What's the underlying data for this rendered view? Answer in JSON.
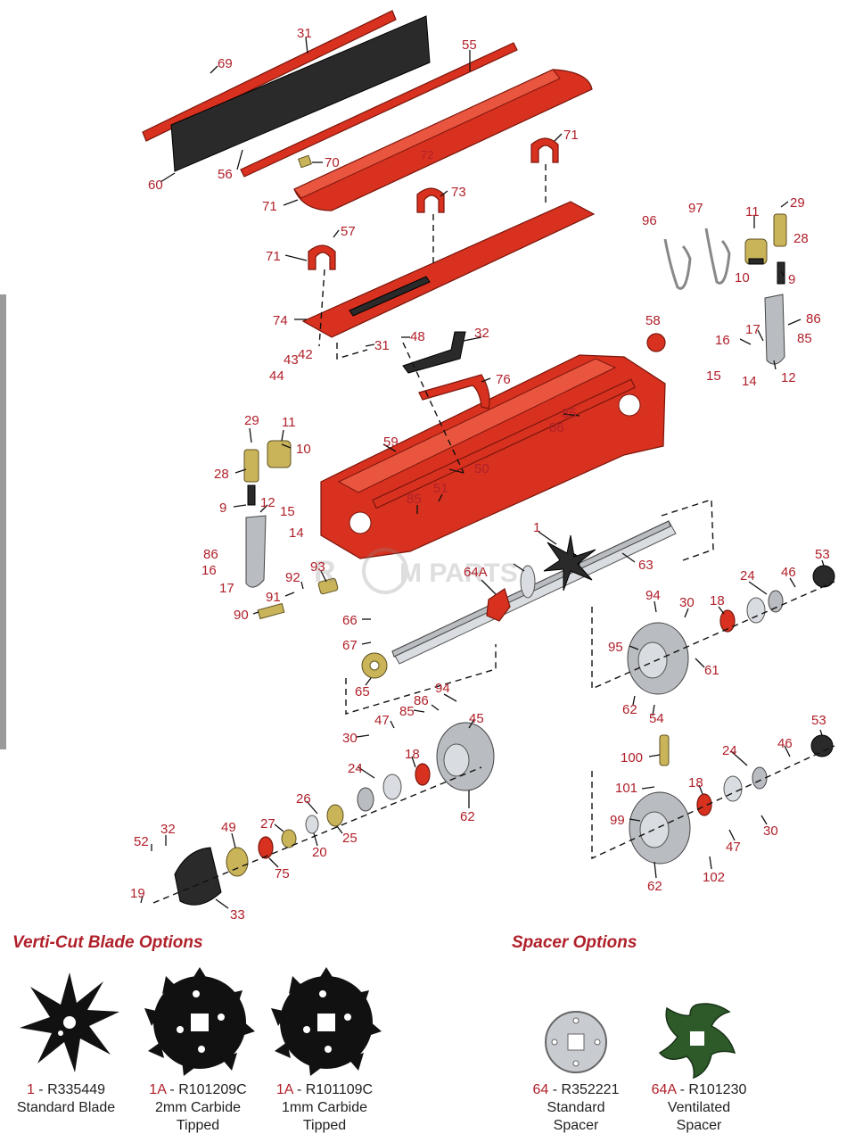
{
  "watermark": {
    "text_left": "R",
    "text_right": "M PARTS"
  },
  "callouts": [
    "31",
    "55",
    "69",
    "60",
    "56",
    "70",
    "72",
    "71",
    "73",
    "71",
    "57",
    "71",
    "74",
    "96",
    "97",
    "11",
    "29",
    "28",
    "10",
    "9",
    "86",
    "85",
    "17",
    "16",
    "15",
    "14",
    "12",
    "58",
    "32",
    "48",
    "31",
    "42",
    "43",
    "44",
    "76",
    "85",
    "86",
    "29",
    "11",
    "10",
    "28",
    "59",
    "50",
    "9",
    "12",
    "15",
    "85",
    "51",
    "14",
    "86",
    "16",
    "17",
    "1",
    "93",
    "92",
    "64A",
    "63",
    "53",
    "24",
    "46",
    "91",
    "90",
    "94",
    "30",
    "18",
    "66",
    "95",
    "67",
    "61",
    "65",
    "94",
    "86",
    "85",
    "62",
    "54",
    "47",
    "45",
    "30",
    "18",
    "53",
    "24",
    "46",
    "100",
    "24",
    "62",
    "101",
    "18",
    "26",
    "27",
    "49",
    "32",
    "25",
    "52",
    "20",
    "99",
    "30",
    "75",
    "47",
    "19",
    "33",
    "102",
    "62"
  ],
  "blade_options": {
    "title": "Verti-Cut Blade Options",
    "items": [
      {
        "code": "1",
        "part": "R335449",
        "line1": "Standard Blade",
        "line2": ""
      },
      {
        "code": "1A",
        "part": "R101209C",
        "line1": "2mm Carbide",
        "line2": "Tipped"
      },
      {
        "code": "1A",
        "part": "R101109C",
        "line1": "1mm Carbide",
        "line2": "Tipped"
      }
    ]
  },
  "spacer_options": {
    "title": "Spacer Options",
    "items": [
      {
        "code": "64",
        "part": "R352221",
        "line1": "Standard",
        "line2": "Spacer"
      },
      {
        "code": "64A",
        "part": "R101230",
        "line1": "Ventilated",
        "line2": "Spacer"
      }
    ]
  },
  "colors": {
    "accent": "#b0202a",
    "frame": "#d8311f",
    "blade": "#111111",
    "spacer_vent": "#2e5a2a"
  }
}
